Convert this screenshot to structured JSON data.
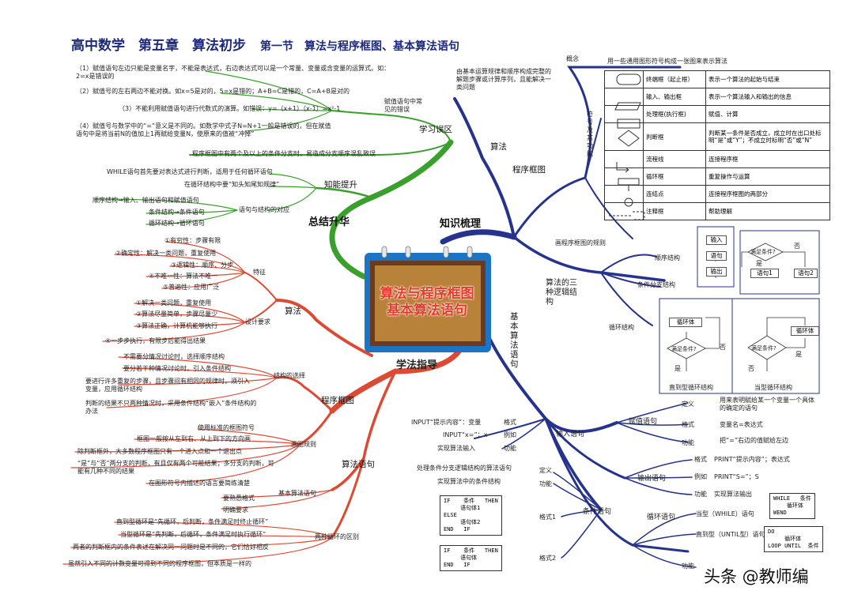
{
  "header": {
    "title": "高中数学　第五章　算法初步",
    "section": "第一节　算法与程序框图、基本算法语句"
  },
  "center": {
    "line1": "算法与程序框图",
    "line2": "基本算法语句"
  },
  "hubs": {
    "knowledge": "知识梳理",
    "summary": "总结升华",
    "method": "学法指导",
    "algorithm": "算法",
    "flowchart": "程序框图",
    "basic_stmt": "基本算法语句",
    "errors": "学习误区",
    "improve": "知能提升",
    "method_algo": "算法",
    "method_flow": "程序框图",
    "method_stmt": "算法语句"
  },
  "colors": {
    "blue": "#25338c",
    "green": "#3aa02c",
    "red": "#dd4a34",
    "title": "#1d2a7a"
  },
  "errors": {
    "items": [
      "（1）赋值语句左边只能是变量名字，不能是表达式，右边表达式可以是一个常量、变量或含变量的运算式。如：2=x是错误的",
      "（2）赋值号的左右两边不能对换。如x=5是对的，5=x是错的；A+B=C是错的，C=A+B是对的",
      "（3）不能利用赋值语句进行代数式的演算。如错误：y=（x+1）（x-1）=x²-1",
      "（4）赋值号与数学中的“=”意义是不同的。如数学中式子N=N+1一般是错误的，但在赋值语句中是将当前N的值加上1再赋给变量N，使原来的值被“冲掉”"
    ],
    "group_label": "赋值语句中常见的错误",
    "flow_error": "程序框图中有两个及以上的条件分支时，易造成分支顺序混乱致误"
  },
  "improve": {
    "items": [
      "WHILE语句首先要对表达式进行判断，适用于任何循环语句",
      "在循环结构中要“知头知尾知规律”",
      "顺序结构→输入、输出语句和赋值语句",
      "条件结构→条件语句",
      "循环结构→循环语句"
    ],
    "correspond": "语句与结构的对应"
  },
  "algo_method": {
    "features_label": "特征",
    "features": [
      "①有穷性：步骤有限",
      "②确定性：解决一类问题，重复使用",
      "③逻辑性：顺序、分步",
      "④不唯一性：算法不唯一",
      "⑤普遍性：应用广泛"
    ],
    "design_label": "设计要求",
    "design": [
      "①解决一类问题，重复使用",
      "②算法尽量简单，步骤尽量少",
      "③算法正确，计算机能够执行",
      "④一步步执行，有限步后能得出结果"
    ]
  },
  "flow_method": {
    "choose_label": "结构的选择",
    "choose": [
      "不需要分情况讨论时，选择顺序结构",
      "要分若干种情况讨论时，引入条件结构",
      "要进行许多重复的步骤，且步骤间有相同的规律时，须引入变量，应用循环结构",
      "判断的结果不只两种情况时，采用条件结构“嵌入”条件结构的办法"
    ],
    "rules_label": "画图规则",
    "rules": [
      "使用标准的框图符号",
      "框图一般按从左到右、从上到下的方向画",
      "除判断框外，大多数程序框图只有一个进入点和一个退出点",
      "“是”与“否”两分支的判断，有且仅有两个可能结果；多分支的判断，可能有几种不同的结果",
      "在图形符号内描述的语言要简练清楚"
    ]
  },
  "stmt_method": {
    "basic_label": "基本算法语句",
    "basic": [
      "要熟悉格式",
      "明确要求"
    ],
    "loop_label": "两种循环的区别",
    "loop": [
      "直到型循环是“先循环，后判断，条件满足时终止循环”",
      "当型循环是“先判断，后循环，条件满足时执行循环”",
      "两者的判断框内的条件表述在解决同一问题时是不同的，它们恰好相反",
      "虽然引入不同的计数变量可得到不同的程序框图，但本质是一样的"
    ]
  },
  "knowledge": {
    "algo_def": "由基本运算规律和顺序构成完整的解题步骤或计算序列，且能解决一类问题",
    "concept_label": "概念",
    "concept": "用一些通用图形符号构成一张图来表示算法",
    "symbols_label": "符号及其功能",
    "rule_label": "画程序框图的规则",
    "symbols": [
      {
        "name": "终端框（起止框）",
        "func": "表示一个算法的起始与结束"
      },
      {
        "name": "输入、输出框",
        "func": "表示一个算法输入和输出的信息"
      },
      {
        "name": "处理框(执行框)",
        "func": "赋值、计算"
      },
      {
        "name": "判断框",
        "func": "判断某一条件是否成立，成立时在出口处标明“是”或“Y”；不成立时标明“否”或“N”"
      },
      {
        "name": "流程线",
        "func": "连接程序框"
      },
      {
        "name": "循环框",
        "func": "重复操作与运算"
      },
      {
        "name": "连结点",
        "func": "连接程序框图的两部分"
      },
      {
        "name": "注释框",
        "func": "帮助理解"
      }
    ],
    "three_label": "算法的三种逻辑结构",
    "seq_label": "顺序结构",
    "cond_label": "条件分支结构",
    "loop_label": "循环结构",
    "seq_boxes": [
      "输入",
      "语句",
      "输出"
    ],
    "cond": {
      "cond": "满足条件?",
      "yes": "是",
      "no": "否",
      "s1": "语句1",
      "s2": "语句2"
    },
    "until": {
      "body": "循环体",
      "cond": "满足条件?",
      "yes": "是",
      "no": "否",
      "caption": "直到型循环结构"
    },
    "while": {
      "body": "循环体",
      "cond": "满足条件?",
      "yes": "是",
      "no": "否",
      "caption": "当型循环结构"
    }
  },
  "statements": {
    "input_label": "输入语句",
    "input": [
      {
        "code": "INPUT“提示内容”：变量",
        "tag": "格式"
      },
      {
        "code": "INPUT“x=”；x",
        "tag": "例如"
      },
      {
        "code": "实现算法输入",
        "tag": "功能"
      }
    ],
    "assign_label": "赋值语句",
    "assign": [
      {
        "tag": "定义",
        "text": "用来表明赋给某一个变量一个具体的确定的语句"
      },
      {
        "tag": "格式",
        "text": "变量名=表达式"
      },
      {
        "tag": "功能",
        "text": "把“=”右边的值赋给左边"
      }
    ],
    "output_label": "输出语句",
    "output": [
      {
        "tag": "格式",
        "text": "PRINT“提示内容”；表达式"
      },
      {
        "tag": "例如",
        "text": "PRINT“S=”；S"
      },
      {
        "tag": "功能",
        "text": "实现算法输出"
      }
    ],
    "cond_label": "条件语句",
    "cond_def_tag": "定义",
    "cond_def": "处理条件分支逻辑结构的算法语句",
    "cond_func_tag": "功能",
    "cond_func": "实现算法中的条件结构",
    "fmt1_tag": "格式1",
    "fmt1": "IF    条件   THEN\n     语句体1\nELSE\n     语句体2\nEND   IF",
    "fmt2_tag": "格式2",
    "fmt2": "IF    条件   THEN\n     语句体\nEND   IF",
    "loop_label": "循环语句",
    "while_label": "当型（WHILE）语句",
    "while_code": "WHILE   条件\n    循环体\nWEND",
    "until_label": "直到型（UNTIL型）语句",
    "until_code": "DO\n     循环体\nLOOP UNTIL  条件",
    "func_tag": "功能"
  },
  "watermark": "头条 @教师编"
}
